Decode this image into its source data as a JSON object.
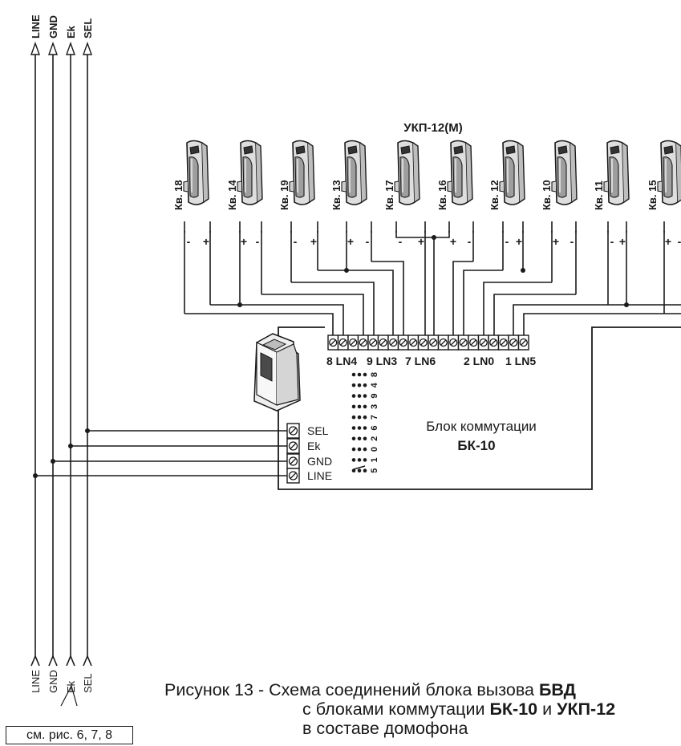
{
  "title": "УКП-12(М)",
  "bus_labels": [
    "LINE",
    "GND",
    "Ek",
    "SEL"
  ],
  "apartments": [
    "Кв. 18",
    "Кв. 14",
    "Кв. 19",
    "Кв. 13",
    "Кв. 17",
    "Кв. 16",
    "Кв. 12",
    "Кв. 10",
    "Кв. 11",
    "Кв. 15"
  ],
  "polarity": [
    [
      "-",
      "+"
    ],
    [
      "+",
      "-"
    ],
    [
      "-",
      "+"
    ],
    [
      "+",
      "-"
    ],
    [
      "-",
      "+"
    ],
    [
      "+",
      "-"
    ],
    [
      "-",
      "+"
    ],
    [
      "+",
      "-"
    ],
    [
      "-",
      "+"
    ],
    [
      "+",
      "-"
    ]
  ],
  "line_groups": [
    "8 LN4",
    "9 LN3",
    "7 LN6",
    "2 LN0",
    "1 LN5"
  ],
  "module": {
    "name": "Блок коммутации",
    "model": "БК-10"
  },
  "side_terminals": [
    "SEL",
    "Ek",
    "GND",
    "LINE"
  ],
  "jumper_columns": [
    "8",
    "4",
    "9",
    "3",
    "7",
    "6",
    "2",
    "0",
    "1",
    "5"
  ],
  "reference": "см. рис. 6, 7, 8",
  "caption": {
    "line1_prefix": "Рисунок 13 - Схема соединений блока вызова ",
    "line1_bold": "БВД",
    "line2_prefix": "с блоками коммутации ",
    "line2_bold1": "БК-10",
    "line2_mid": " и ",
    "line2_bold2": "УКП-12",
    "line3": "в составе домофона"
  }
}
